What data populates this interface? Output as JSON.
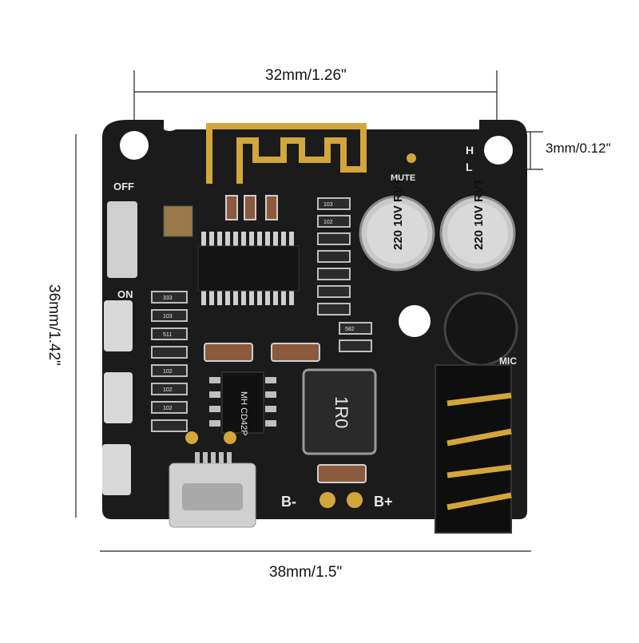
{
  "dimensions": {
    "width_top": "32mm/1.26\"",
    "height_left": "36mm/1.42\"",
    "hole_offset": "3mm/0.12\"",
    "width_bottom": "38mm/1.5\""
  },
  "board_labels": {
    "off": "OFF",
    "on": "ON",
    "mute": "MUTE",
    "h": "H",
    "l": "L",
    "mic": "MIC",
    "b_minus": "B-",
    "b_plus": "B+"
  },
  "component_markings": {
    "cap1": "220 10V RVT",
    "cap2": "220 10V RVT",
    "inductor": "1R0",
    "chip": "MH CD42P",
    "r1": "103",
    "r2": "102",
    "r3": "102",
    "r4": "103",
    "r5": "333",
    "r6": "511",
    "r7": "582",
    "r8": "102",
    "r9": "102"
  },
  "colors": {
    "board": "#1b1b1b",
    "silkscreen": "#e8e8e8",
    "gold": "#d3a63c",
    "capacitor": "#c9c9c9"
  }
}
